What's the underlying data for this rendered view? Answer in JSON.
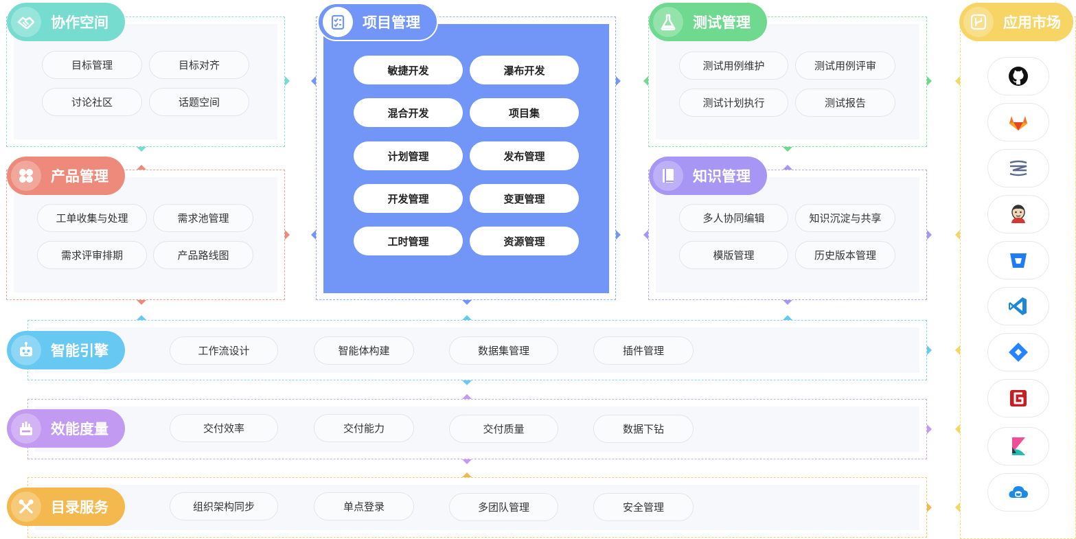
{
  "collab": {
    "title": "协作空间",
    "items": [
      "目标管理",
      "目标对齐",
      "讨论社区",
      "话题空间"
    ]
  },
  "product": {
    "title": "产品管理",
    "items": [
      "工单收集与处理",
      "需求池管理",
      "需求评审排期",
      "产品路线图"
    ]
  },
  "project": {
    "title": "项目管理",
    "items": [
      "敏捷开发",
      "瀑布开发",
      "混合开发",
      "项目集",
      "计划管理",
      "发布管理",
      "开发管理",
      "变更管理",
      "工时管理",
      "资源管理"
    ]
  },
  "test": {
    "title": "测试管理",
    "items": [
      "测试用例维护",
      "测试用例评审",
      "测试计划执行",
      "测试报告"
    ]
  },
  "knowledge": {
    "title": "知识管理",
    "items": [
      "多人协同编辑",
      "知识沉淀与共享",
      "模版管理",
      "历史版本管理"
    ]
  },
  "ai": {
    "title": "智能引擎",
    "items": [
      "工作流设计",
      "智能体构建",
      "数据集管理",
      "插件管理"
    ]
  },
  "metrics": {
    "title": "效能度量",
    "items": [
      "交付效率",
      "交付能力",
      "交付质量",
      "数据下钻"
    ]
  },
  "directory": {
    "title": "目录服务",
    "items": [
      "组织架构同步",
      "单点登录",
      "多团队管理",
      "安全管理"
    ]
  },
  "market": {
    "title": "应用市场",
    "apps": [
      "github-icon",
      "gitlab-icon",
      "sonarqube-icon",
      "jenkins-icon",
      "bitbucket-icon",
      "vscode-icon",
      "jira-icon",
      "gitee-icon",
      "kibana-icon",
      "cloud-database-icon"
    ]
  },
  "colors": {
    "collab": "#76dccf",
    "product": "#ee8a7c",
    "project": "#7196f8",
    "test": "#6fda8f",
    "knowledge": "#a796f3",
    "ai": "#67c9f2",
    "metrics": "#c39af1",
    "directory": "#f4b94e",
    "market": "#f6d565"
  }
}
